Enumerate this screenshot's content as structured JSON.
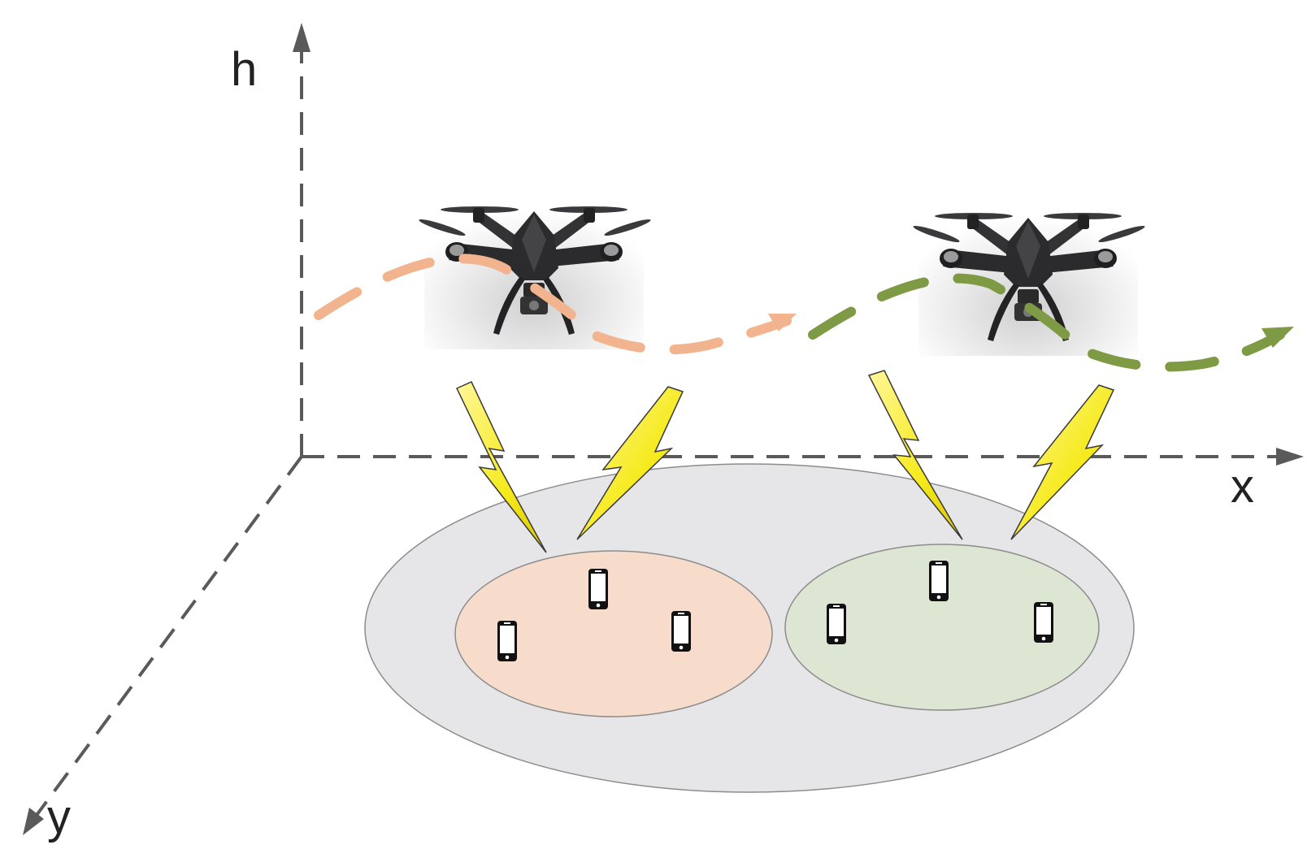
{
  "axes": {
    "h_label": "h",
    "x_label": "x",
    "y_label": "y"
  },
  "colors": {
    "axis": "#5a5a5a",
    "coverage_area": "#e6e6e8",
    "cluster_left": "#f7dccc",
    "cluster_right": "#dde6d3",
    "path_left": "#f2b48f",
    "path_right": "#7f9a45",
    "lightning": "#f6ea1c",
    "drone_body": "#2b2b2d"
  },
  "icons": {
    "drone": "quadcopter-drone-icon",
    "phone": "smartphone-icon",
    "signal": "lightning-bolt-icon"
  }
}
